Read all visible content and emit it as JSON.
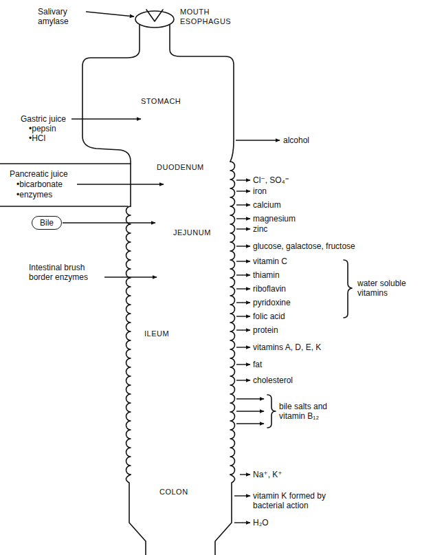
{
  "diagram": {
    "nodes": [
      {
        "text": [
          "Bile"
        ]
      }
    ],
    "labels": [
      "Salivary amylase",
      "MOUTH ESOPHAGUS",
      "STOMACH",
      "Gastric juice",
      "•pepsin",
      "•HCl",
      "alcohol",
      "Pancreatic juice",
      "•bicarbonate",
      "•enzymes",
      "DUODENUM",
      "Cl⁻, SO₄⁼",
      "iron",
      "calcium",
      "magnesium",
      "zinc",
      "JEJUNUM",
      "glucose, galactose, fructose",
      "Intestinal brush border enzymes",
      "vitamin C",
      "thiamin",
      "riboflavin",
      "pyridoxine",
      "folic acid",
      "water soluble vitamins",
      "ILEUM",
      "protein",
      "vitamins A, D, E, K",
      "fat",
      "cholesterol",
      "bile salts and vitamin B₁₂",
      "COLON",
      "Na⁺, K⁺",
      "vitamin K formed by bacterial action",
      "H₂O"
    ]
  }
}
